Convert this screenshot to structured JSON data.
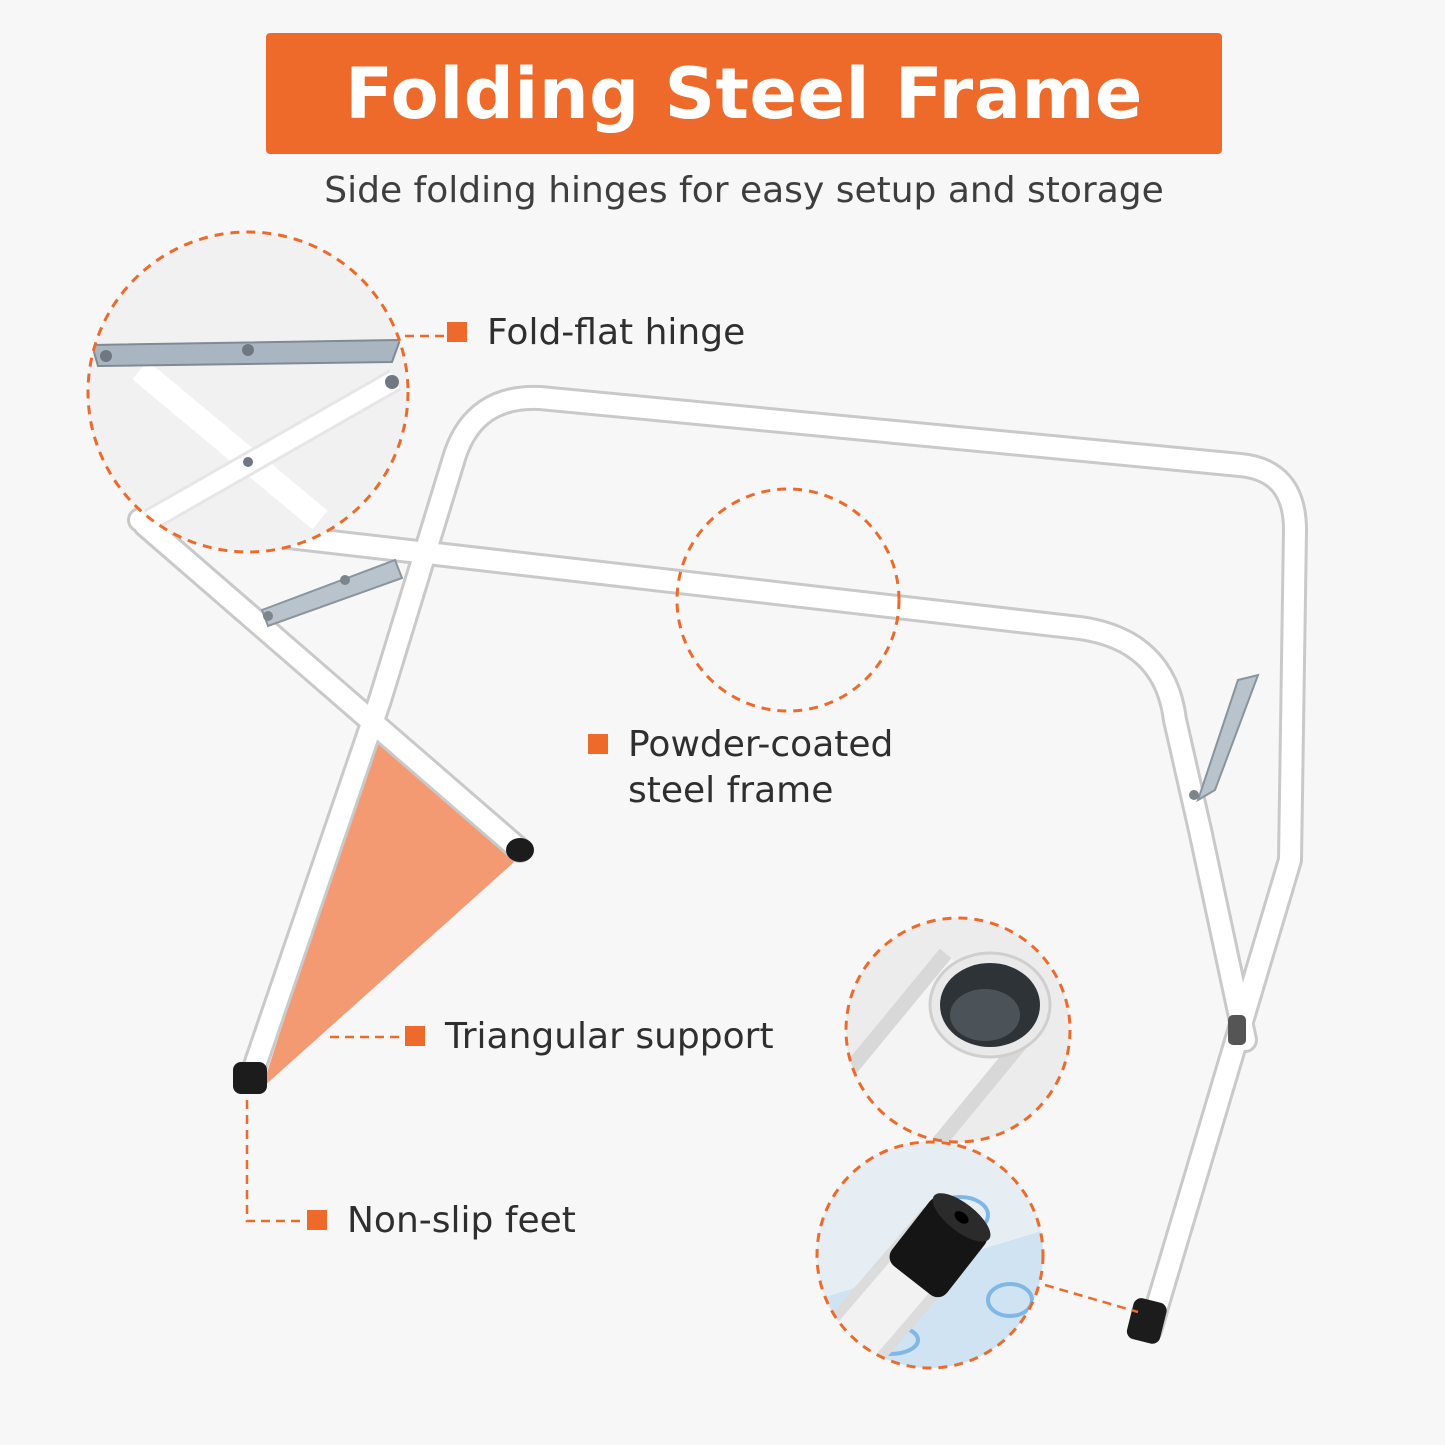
{
  "title": "Folding Steel Frame",
  "subtitle": "Side folding hinges for easy setup and storage",
  "callouts": {
    "hinge": "Fold-flat hinge",
    "coating_line1": "Powder-coated",
    "coating_line2": "steel frame",
    "support": "Triangular support",
    "feet": "Non-slip feet"
  },
  "colors": {
    "accent": "#ee6a2a",
    "support_fill": "#f49a72",
    "frame": "#ffffff",
    "background": "#f7f7f7"
  },
  "icons": [
    "hinge-detail-icon",
    "tube-end-detail-icon",
    "foot-cap-detail-icon"
  ]
}
